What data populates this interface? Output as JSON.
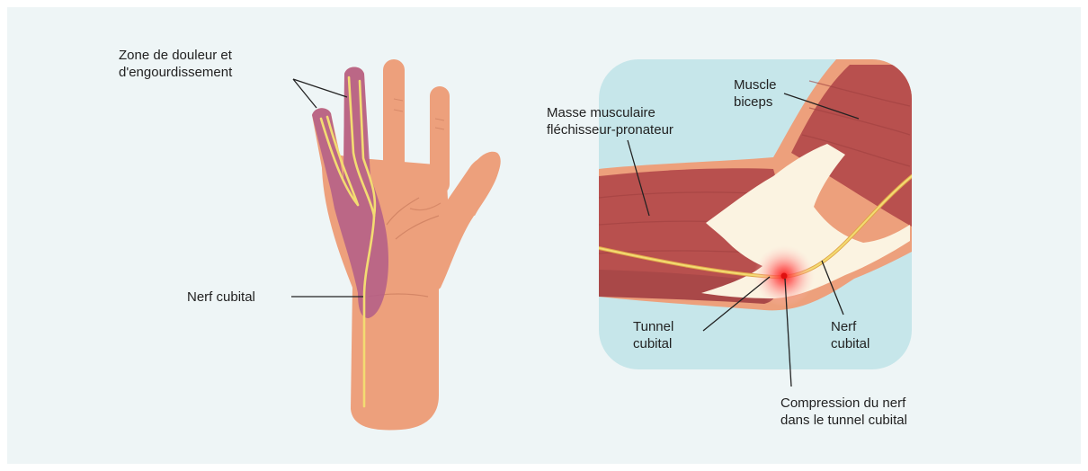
{
  "labels": {
    "zone": "Zone de douleur et\nd'engourdissement",
    "nerf_main": "Nerf cubital",
    "masse": "Masse musculaire\nfléchisseur-pronateur",
    "biceps": "Muscle\nbiceps",
    "tunnel": "Tunnel\ncubital",
    "nerf_coude": "Nerf\ncubital",
    "compression": "Compression du nerf\ndans le tunnel cubital"
  },
  "colors": {
    "background": "#eef5f6",
    "skin": "#eda07c",
    "skin_shadow": "#d98a66",
    "numb_zone": "#b45f88",
    "nerve": "#f3dc72",
    "muscle": "#b8504e",
    "muscle_dark": "#9e3f3f",
    "tendon": "#fbf3e1",
    "inset_bg": "#c6e6ea",
    "pain": "#ff2a2a"
  }
}
